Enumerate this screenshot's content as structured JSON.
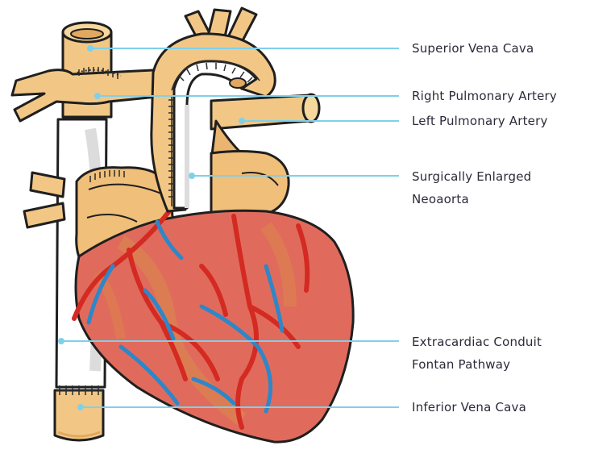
{
  "labels": {
    "superior_vena_cava": "Superior Vena Cava",
    "right_pulmonary_artery": "Right Pulmonary Artery",
    "left_pulmonary_artery": "Left Pulmonary Artery",
    "neoaorta_line1": "Surgically Enlarged",
    "neoaorta_line2": "Neoaorta",
    "conduit_line1": "Extracardiac Conduit",
    "conduit_line2": "Fontan Pathway",
    "inferior_vena_cava": "Inferior Vena Cava"
  },
  "colors": {
    "vessel": "#f2c786",
    "vessel_shade": "#e0a860",
    "heart": "#e06b5c",
    "heart_shade": "#d98a4a",
    "artery": "#d42a22",
    "vein": "#2f86c8",
    "leader_line": "#7fd0ea",
    "suture": "#2b2b2b",
    "conduit": "#ffffff",
    "text": "#2b2b3a"
  }
}
